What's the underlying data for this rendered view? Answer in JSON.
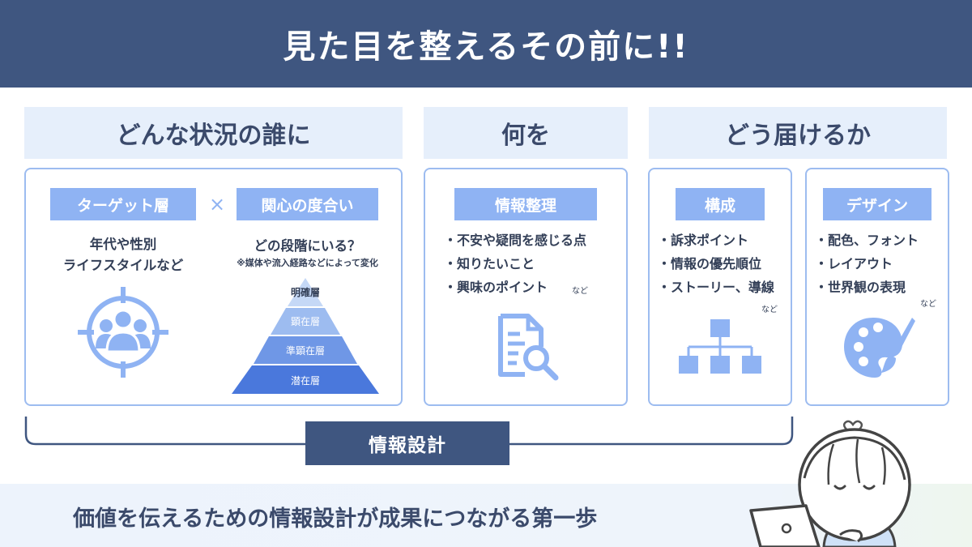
{
  "header": {
    "title": "見た目を整えるその前に!!"
  },
  "columns": {
    "who": {
      "title": "どんな状況の誰に"
    },
    "what": {
      "title": "何を"
    },
    "how": {
      "title": "どう届けるか"
    }
  },
  "target": {
    "label": "ターゲット層",
    "times": "×",
    "line1": "年代や性別",
    "line2": "ライフスタイルなど",
    "icon": "target-people-icon"
  },
  "interest": {
    "label": "関心の度合い",
    "question": "どの段階にいる？",
    "note": "※媒体や流入経路などによって変化",
    "pyramid": [
      "明確層",
      "顕在層",
      "準顕在層",
      "潜在層"
    ],
    "colors": [
      "#c5d8f6",
      "#9dbcf0",
      "#6f97e6",
      "#4a78dc"
    ]
  },
  "organize": {
    "label": "情報整理",
    "items": [
      "・不安や疑問を感じる点",
      "・知りたいこと",
      "・興味のポイント"
    ],
    "etc": "など",
    "icon": "document-search-icon"
  },
  "structure": {
    "label": "構成",
    "items": [
      "・訴求ポイント",
      "・情報の優先順位",
      "・ストーリー、導線"
    ],
    "etc": "など",
    "icon": "sitemap-icon"
  },
  "design": {
    "label": "デザイン",
    "items": [
      "・配色、フォント",
      "・レイアウト",
      "・世界観の表現"
    ],
    "etc": "など",
    "icon": "palette-icon"
  },
  "info_design": {
    "label": "情報設計"
  },
  "footer": {
    "text": "価値を伝えるための情報設計が成果につながる第一歩"
  },
  "accent": "#8fb3f3",
  "brand": "#3f5680"
}
